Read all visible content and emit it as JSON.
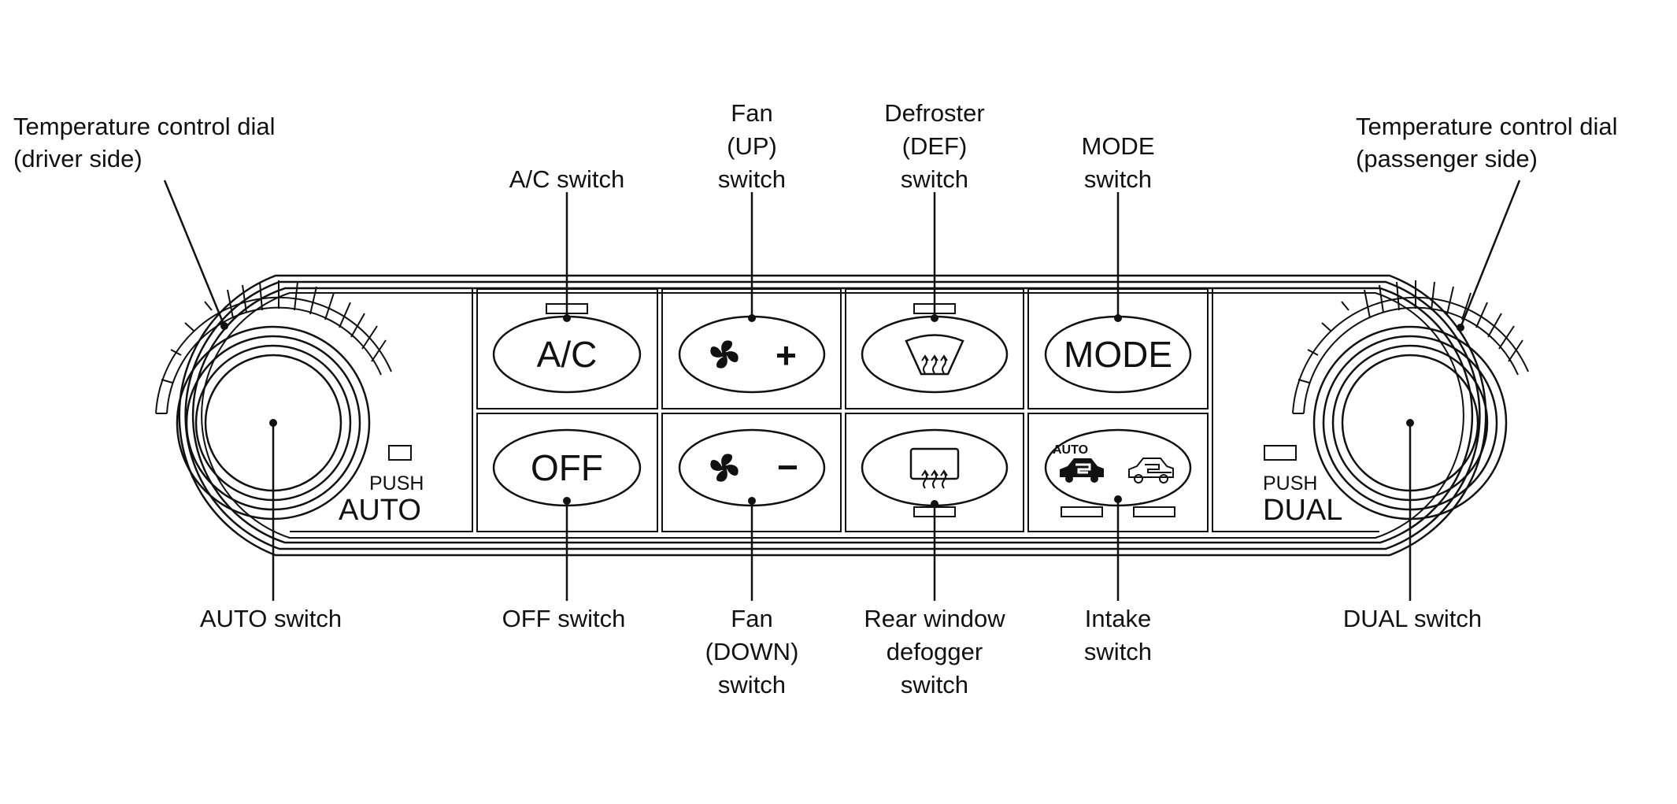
{
  "callouts": {
    "temp_dial_driver": [
      "Temperature control dial",
      "(driver side)"
    ],
    "temp_dial_passenger": [
      "Temperature control dial",
      "(passenger side)"
    ],
    "ac_switch": [
      "A/C switch"
    ],
    "fan_up_switch": [
      "Fan",
      "(UP)",
      "switch"
    ],
    "defroster_switch": [
      "Defroster",
      "(DEF)",
      "switch"
    ],
    "mode_switch": [
      "MODE",
      "switch"
    ],
    "auto_switch": [
      "AUTO switch"
    ],
    "off_switch": [
      "OFF switch"
    ],
    "fan_down_switch": [
      "Fan",
      "(DOWN)",
      "switch"
    ],
    "rear_defogger_switch": [
      "Rear window",
      "defogger",
      "switch"
    ],
    "intake_switch": [
      "Intake",
      "switch"
    ],
    "dual_switch": [
      "DUAL switch"
    ]
  },
  "panel": {
    "ac_label": "A/C",
    "off_label": "OFF",
    "mode_label": "MODE",
    "fan_plus": "+",
    "fan_minus": "−",
    "intake_auto": "AUTO",
    "left_push": "PUSH",
    "left_auto": "AUTO",
    "right_push": "PUSH",
    "right_dual": "DUAL"
  }
}
